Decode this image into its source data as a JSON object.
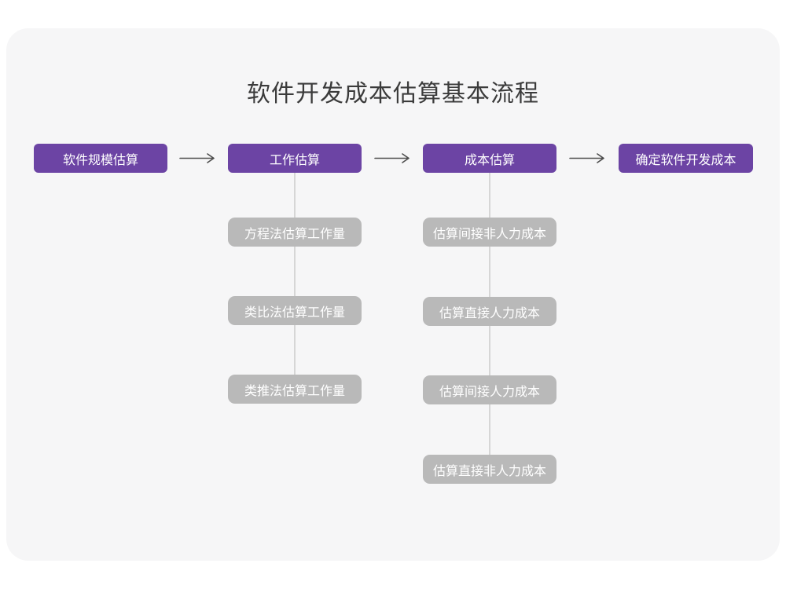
{
  "page": {
    "title": "软件开发成本估算基本流程"
  },
  "colors": {
    "accent_purple": "#6c44a4",
    "sub_step_gray": "#b9b9b9",
    "card_background": "#f6f6f7",
    "connector_line": "#d6d6d6",
    "arrow_stroke": "#4d4d4d",
    "title_text": "#3b3b3b",
    "node_text": "#ffffff"
  },
  "flow": {
    "steps": [
      {
        "label": "软件规模估算"
      },
      {
        "label": "工作估算"
      },
      {
        "label": "成本估算"
      },
      {
        "label": "确定软件开发成本"
      }
    ]
  },
  "branches": {
    "work_estimation": {
      "items": [
        "方程法估算工作量",
        "类比法估算工作量",
        "类推法估算工作量"
      ]
    },
    "cost_estimation": {
      "items": [
        "估算间接非人力成本",
        "估算直接人力成本",
        "估算间接人力成本",
        "估算直接非人力成本"
      ]
    }
  }
}
